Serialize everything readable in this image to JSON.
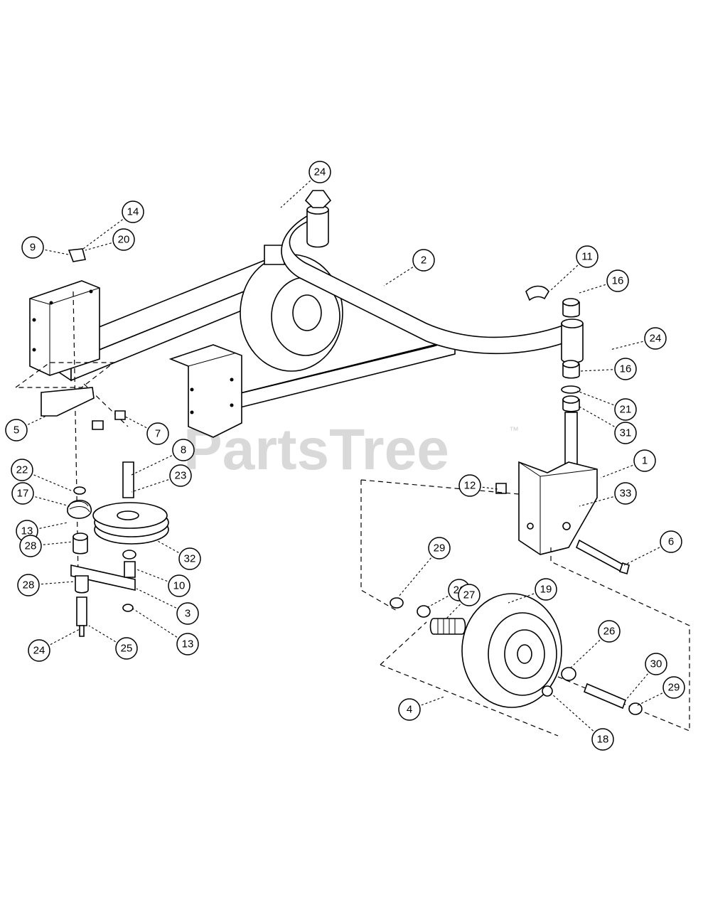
{
  "watermark": {
    "text": "PartsTree",
    "mark": "™"
  },
  "callouts": [
    "24",
    "2",
    "11",
    "16",
    "24",
    "16",
    "21",
    "31",
    "1",
    "33",
    "6",
    "12",
    "14",
    "20",
    "9",
    "5",
    "7",
    "8",
    "23",
    "22",
    "17",
    "13",
    "28",
    "32",
    "10",
    "3",
    "13",
    "28",
    "24",
    "25",
    "29",
    "26",
    "27",
    "19",
    "26",
    "30",
    "29",
    "4",
    "18"
  ]
}
